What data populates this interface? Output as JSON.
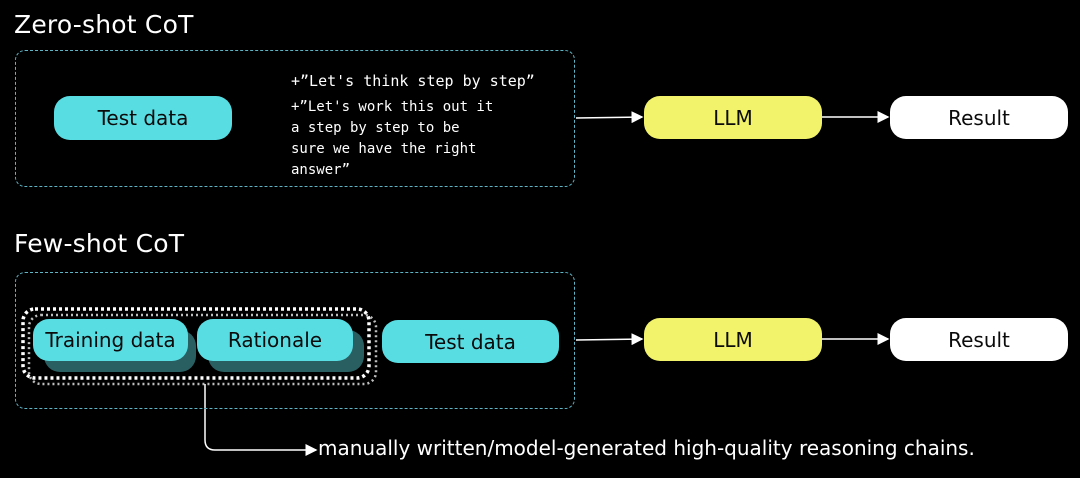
{
  "zero_shot": {
    "title": "Zero-shot CoT",
    "test_data": "Test data",
    "prompt_1": "+”Let's think step by step”",
    "prompt_2": "+”Let's work this out it\na step by step to be\nsure we have the right\nanswer”",
    "llm": "LLM",
    "result": "Result"
  },
  "few_shot": {
    "title": "Few-shot CoT",
    "training_data": "Training data",
    "rationale": "Rationale",
    "test_data": "Test data",
    "llm": "LLM",
    "result": "Result",
    "note": "manually written/model-generated high-quality reasoning chains."
  },
  "colors": {
    "background": "#000000",
    "cyan_box": "#58dde3",
    "yellow_box": "#f2f36a",
    "result_box": "#ffffff",
    "panel_border": "#5fb5c6"
  }
}
